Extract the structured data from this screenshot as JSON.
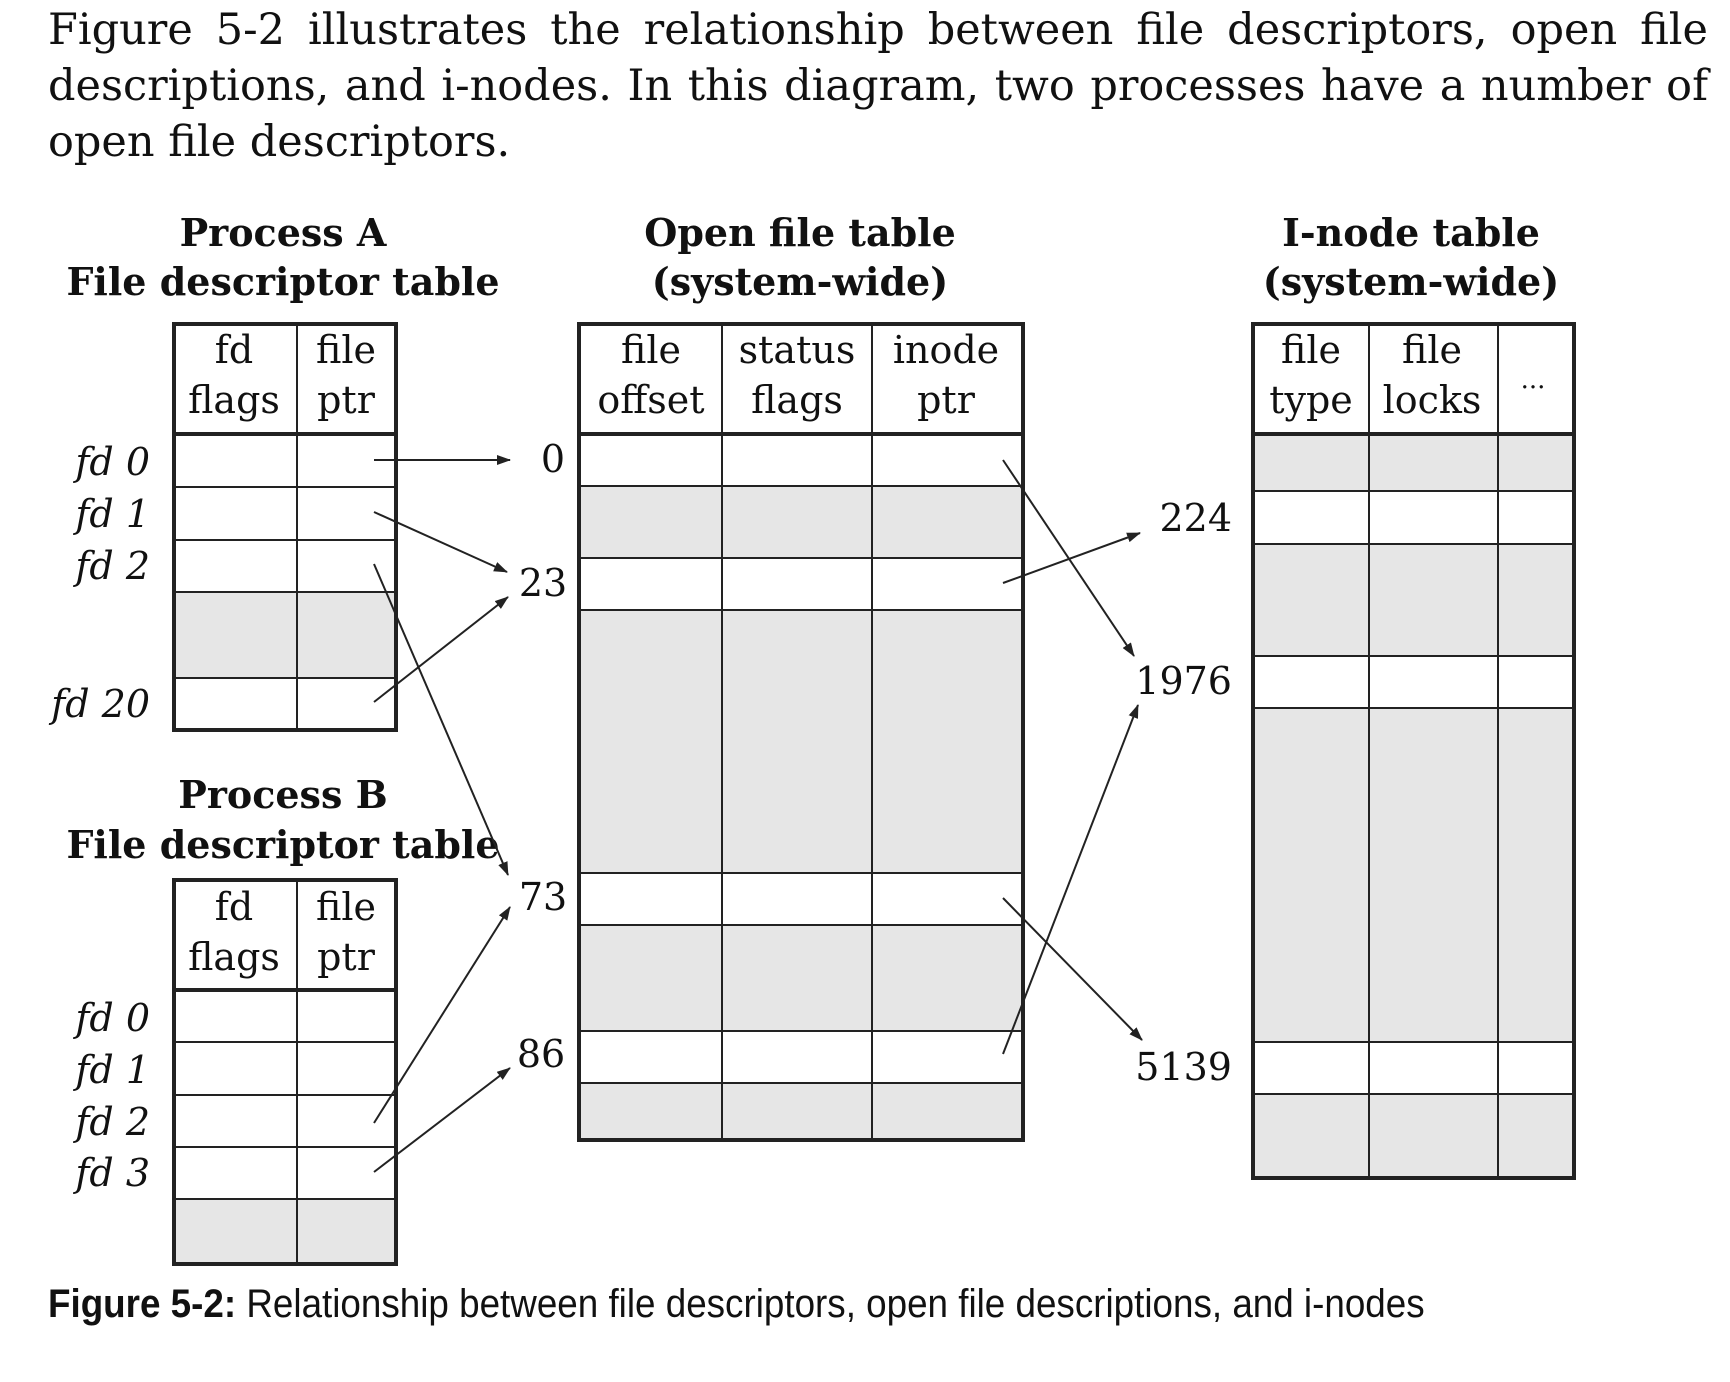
{
  "intro": {
    "text": "Figure 5-2 illustrates the relationship between file descriptors, open file descriptions, and i-nodes. In this diagram, two processes have a number of open file descriptors."
  },
  "figure": {
    "process_a": {
      "title": "Process A",
      "subtitle": "File descriptor table",
      "col1": [
        "fd",
        "flags"
      ],
      "col2": [
        "file",
        "ptr"
      ],
      "fd_labels": [
        "fd 0",
        "fd 1",
        "fd 2",
        "fd 20"
      ]
    },
    "process_b": {
      "title": "Process B",
      "subtitle": "File descriptor table",
      "col1": [
        "fd",
        "flags"
      ],
      "col2": [
        "file",
        "ptr"
      ],
      "fd_labels": [
        "fd 0",
        "fd 1",
        "fd 2",
        "fd 3"
      ]
    },
    "open_file_table": {
      "title": "Open file table",
      "subtitle": "(system-wide)",
      "columns": [
        [
          "file",
          "offset"
        ],
        [
          "status",
          "flags"
        ],
        [
          "inode",
          "ptr"
        ]
      ],
      "row_labels": [
        "0",
        "23",
        "73",
        "86"
      ]
    },
    "inode_table": {
      "title": "I-node table",
      "subtitle": "(system-wide)",
      "columns": [
        [
          "file",
          "type"
        ],
        [
          "file",
          "locks"
        ],
        [
          "..."
        ]
      ],
      "row_labels": [
        "224",
        "1976",
        "5139"
      ]
    },
    "shade_color": "#e6e6e6",
    "line_color": "#222222"
  },
  "caption": {
    "label": "Figure 5-2:",
    "text": " Relationship between file descriptors, open file descriptions, and i-nodes"
  }
}
